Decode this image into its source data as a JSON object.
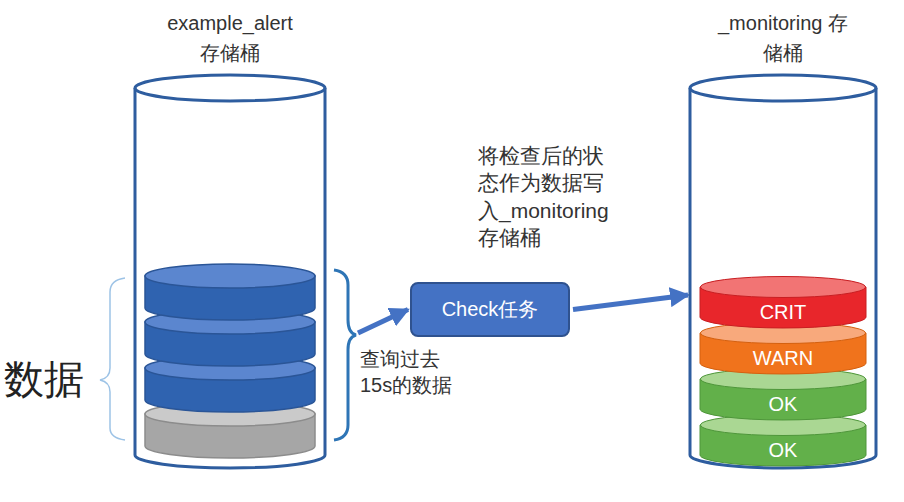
{
  "diagram": {
    "nodes": [
      {
        "text": [
          "example_alert 存储桶"
        ]
      },
      {
        "text": [
          "Check任务"
        ]
      },
      {
        "text": [
          "_monitoring 存储桶"
        ]
      },
      {
        "text": [
          "CRIT"
        ],
        "in": 2
      },
      {
        "text": [
          "WARN"
        ],
        "in": 2
      },
      {
        "text": [
          "OK"
        ],
        "in": 2
      },
      {
        "text": [
          "OK"
        ],
        "in": 2
      }
    ],
    "edges": [
      {
        "from": 0,
        "to": 1,
        "arrow": "to",
        "label": "查询过去 15s的数据"
      },
      {
        "from": 1,
        "to": 2,
        "arrow": "to",
        "label": "将检查后的状 态作为数据写 入_monitoring 存储桶"
      }
    ],
    "labels": [
      "数据"
    ]
  }
}
